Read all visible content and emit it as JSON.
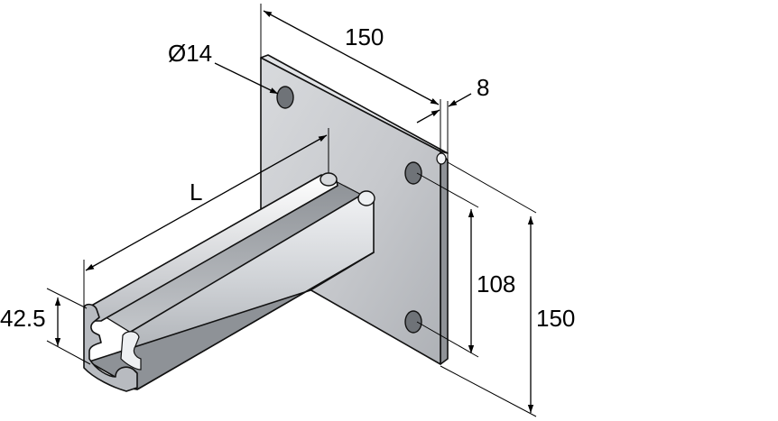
{
  "dimensions": {
    "hole_diameter": "Ø14",
    "plate_width": "150",
    "plate_thickness": "8",
    "rail_length": "L",
    "hole_spacing": "108",
    "plate_height": "150",
    "rail_height": "42.5"
  },
  "colors": {
    "plate_face": "#c9cbcf",
    "plate_edge": "#8f9297",
    "rail_light": "#e4e6e9",
    "rail_dark": "#9da1a6",
    "line": "#000000"
  }
}
